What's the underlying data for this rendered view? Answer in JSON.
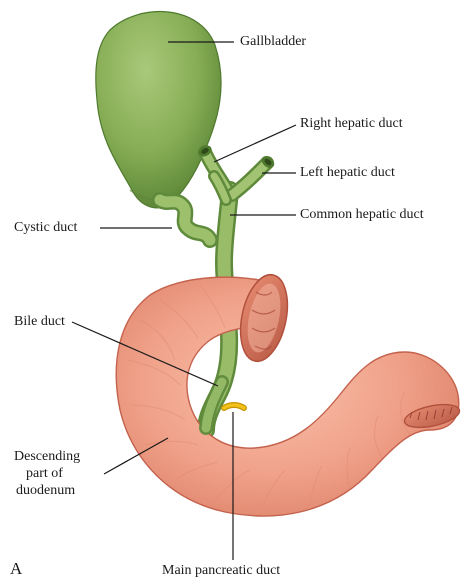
{
  "figure": {
    "panel_letter": "A",
    "labels": {
      "gallbladder": "Gallbladder",
      "right_hepatic_duct": "Right hepatic duct",
      "left_hepatic_duct": "Left hepatic duct",
      "common_hepatic_duct": "Common hepatic duct",
      "cystic_duct": "Cystic duct",
      "bile_duct": "Bile duct",
      "descending_line1": "Descending",
      "descending_line2": "part of",
      "descending_line3": "duodenum",
      "main_pancreatic_duct": "Main pancreatic duct"
    },
    "colors": {
      "biliary_green": "#8db05a",
      "biliary_green_dark": "#5f8a3c",
      "duodenum_pink": "#f0a48c",
      "duodenum_dark": "#c86a55",
      "pancreatic_duct": "#f2c21b"
    }
  }
}
